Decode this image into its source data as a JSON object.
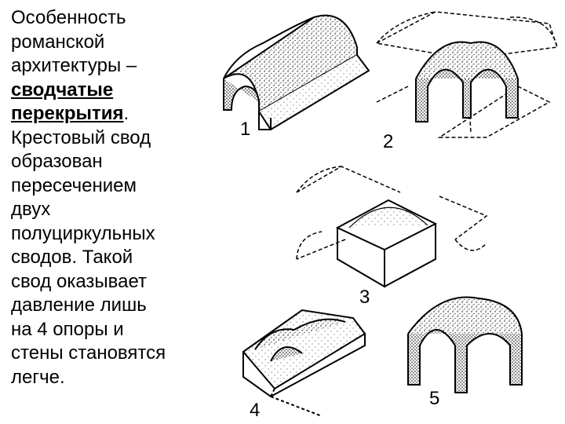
{
  "text": {
    "intro_line1": "Особенность",
    "intro_line2": "романской",
    "intro_line3": "архитектуры –",
    "emphasis_line1": "сводчатые",
    "emphasis_line2": "перекрытия",
    "emphasis_after": ".",
    "body_lines": [
      "Крестовый свод",
      "образован",
      "пересечением",
      "двух",
      "полуциркульных",
      "сводов. Такой",
      "свод оказывает",
      "давление лишь",
      "на 4 опоры и",
      "стены становятся",
      "легче."
    ]
  },
  "figure": {
    "labels": [
      "1",
      "2",
      "3",
      "4",
      "5"
    ],
    "items": [
      {
        "label": "1",
        "icon": "barrel-vault"
      },
      {
        "label": "2",
        "icon": "cross-vault-on-arches"
      },
      {
        "label": "3",
        "icon": "cross-vault-in-cube"
      },
      {
        "label": "4",
        "icon": "barrel-vault-on-block"
      },
      {
        "label": "5",
        "icon": "dome-on-arches"
      }
    ]
  }
}
